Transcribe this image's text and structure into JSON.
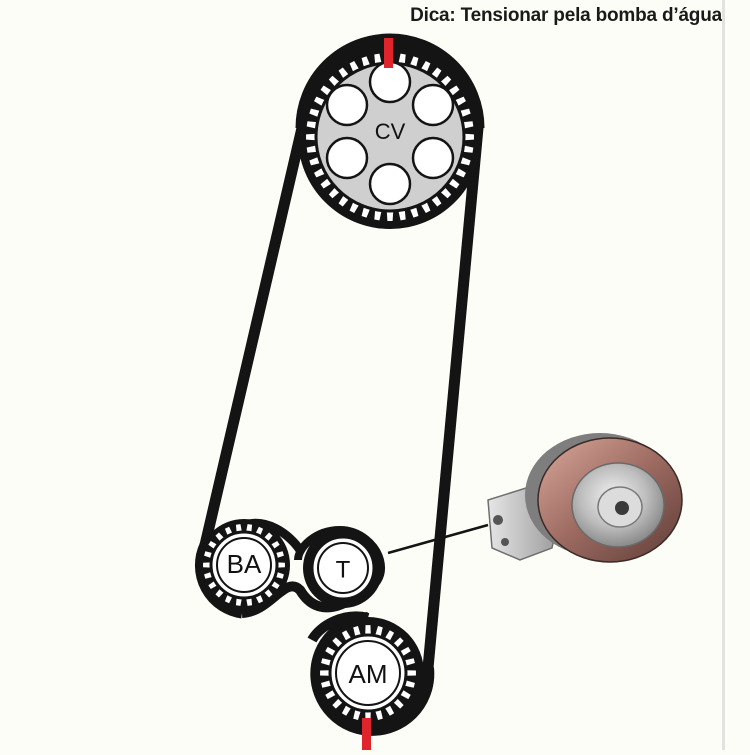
{
  "caption": "Dica: Tensionar pela bomba d’água",
  "pulleys": {
    "cv": {
      "label": "CV"
    },
    "ba": {
      "label": "BA"
    },
    "t": {
      "label": "T"
    },
    "am": {
      "label": "AM"
    }
  },
  "colors": {
    "belt": "#141414",
    "pulley_fill": "#cfcfcf",
    "timing_mark": "#e0242c",
    "background": "#fdfdf8"
  },
  "icons": {
    "tensioner": "tensioner-bearing-photo"
  }
}
